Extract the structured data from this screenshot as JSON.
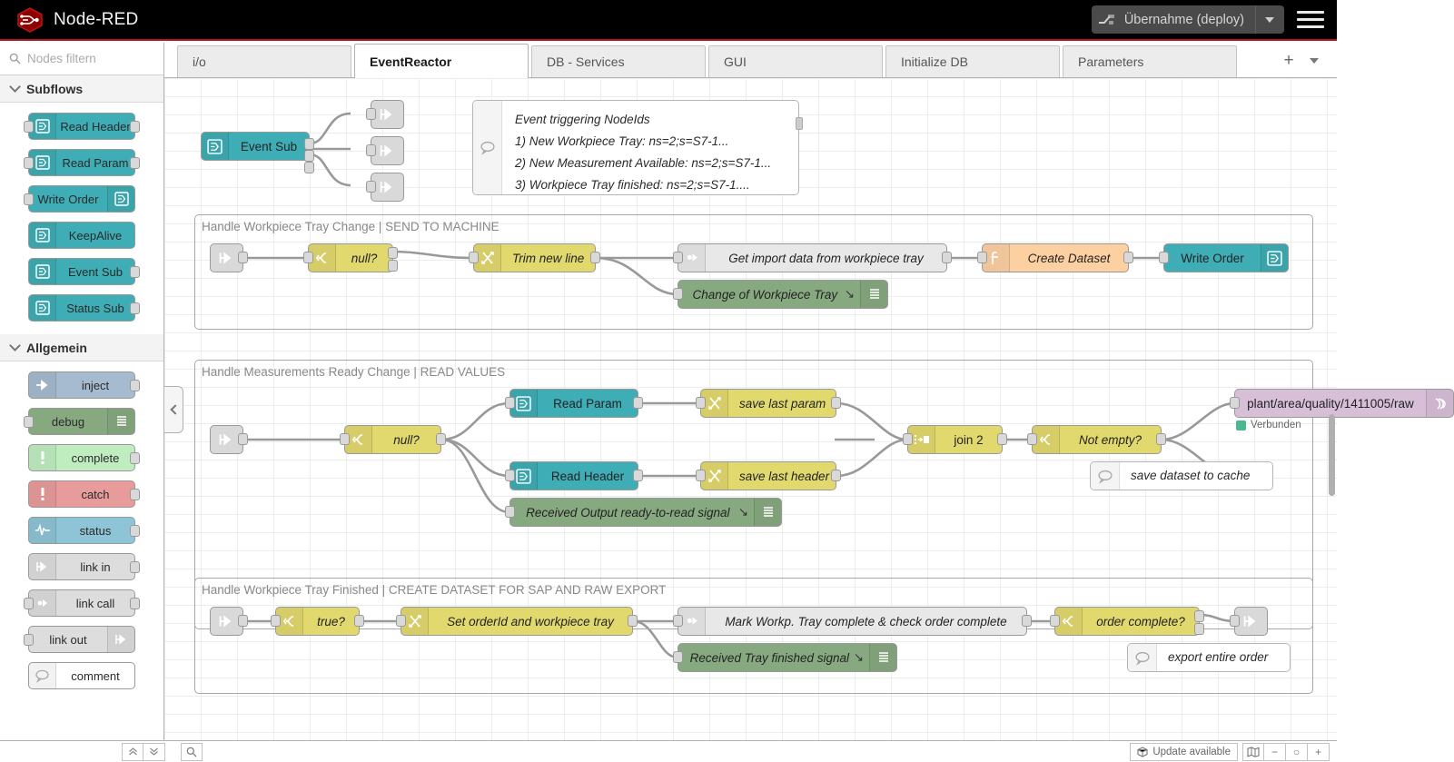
{
  "header": {
    "title": "Node-RED",
    "logo_icon": "node-red-logo-icon",
    "deploy_label": "Übernahme (deploy)",
    "deploy_icon": "deploy-icon",
    "deploy_caret_icon": "chevron-down-icon",
    "menu_icon": "hamburger-menu-icon"
  },
  "palette": {
    "search_placeholder": "Nodes filtern",
    "search_icon": "search-icon",
    "categories": [
      {
        "name": "Subflows",
        "label": "Subflows",
        "chevron_icon": "chevron-down-icon",
        "nodes": [
          {
            "label": "Read Header",
            "icon": "subflow-icon",
            "color": "#3fadb5",
            "icon_side": "left",
            "in": true,
            "out": true
          },
          {
            "label": "Read Param",
            "icon": "subflow-icon",
            "color": "#3fadb5",
            "icon_side": "left",
            "in": true,
            "out": true
          },
          {
            "label": "Write Order",
            "icon": "subflow-icon",
            "color": "#3fadb5",
            "icon_side": "right",
            "in": true,
            "out": false
          },
          {
            "label": "KeepAlive",
            "icon": "subflow-icon",
            "color": "#3fadb5",
            "icon_side": "left",
            "in": false,
            "out": false
          },
          {
            "label": "Event Sub",
            "icon": "subflow-icon",
            "color": "#3fadb5",
            "icon_side": "left",
            "in": false,
            "out": true
          },
          {
            "label": "Status Sub",
            "icon": "subflow-icon",
            "color": "#3fadb5",
            "icon_side": "left",
            "in": false,
            "out": true
          }
        ]
      },
      {
        "name": "Allgemein",
        "label": "Allgemein",
        "chevron_icon": "chevron-down-icon",
        "nodes": [
          {
            "label": "inject",
            "icon": "inject-arrow-icon",
            "color": "#a6bbcf",
            "icon_side": "left",
            "in": false,
            "out": true
          },
          {
            "label": "debug",
            "icon": "debug-lines-icon",
            "color": "#87a980",
            "icon_side": "right",
            "in": true,
            "out": false
          },
          {
            "label": "complete",
            "icon": "exclamation-icon",
            "color": "#c0edc0",
            "icon_side": "left",
            "in": false,
            "out": true
          },
          {
            "label": "catch",
            "icon": "exclamation-icon",
            "color": "#e79b9b",
            "icon_side": "left",
            "in": false,
            "out": true
          },
          {
            "label": "status",
            "icon": "pulse-wave-icon",
            "color": "#8ec5d6",
            "icon_side": "left",
            "in": false,
            "out": true
          },
          {
            "label": "link in",
            "icon": "link-icon",
            "color": "#dddddd",
            "icon_side": "left",
            "in": false,
            "out": true
          },
          {
            "label": "link call",
            "icon": "link-call-icon",
            "color": "#dddddd",
            "icon_side": "left",
            "in": true,
            "out": true
          },
          {
            "label": "link out",
            "icon": "link-icon",
            "color": "#dddddd",
            "icon_side": "right",
            "in": true,
            "out": false
          },
          {
            "label": "comment",
            "icon": "comment-bubble-icon",
            "color": "#ffffff",
            "icon_side": "left",
            "in": false,
            "out": false
          }
        ]
      }
    ]
  },
  "tabs": {
    "items": [
      {
        "label": "i/o",
        "active": false
      },
      {
        "label": "EventReactor",
        "active": true
      },
      {
        "label": "DB - Services",
        "active": false
      },
      {
        "label": "GUI",
        "active": false
      },
      {
        "label": "Initialize DB",
        "active": false
      },
      {
        "label": "Parameters",
        "active": false
      }
    ],
    "add_label": "+",
    "add_icon": "plus-icon",
    "menu_icon": "chevron-down-icon"
  },
  "canvas": {
    "collapse_icon": "chevron-left-icon",
    "top_comment": {
      "icon": "comment-bubble-icon",
      "lines": [
        "Event triggering NodeIds",
        "1) New Workpiece Tray: ns=2;s=S7-1...",
        "2) New Measurement Available: ns=2;s=S7-1...",
        "3) Workpiece Tray finished: ns=2;s=S7-1...."
      ]
    },
    "event_sub": {
      "label": "Event Sub",
      "icon": "subflow-icon",
      "color": "#3fadb5"
    },
    "link_out_top": [
      {
        "label": "",
        "icon": "link-out-icon"
      },
      {
        "label": "",
        "icon": "link-out-icon"
      },
      {
        "label": "",
        "icon": "link-out-icon"
      }
    ],
    "groups": [
      {
        "title": "Handle Workpiece Tray Change | SEND TO MACHINE",
        "nodes": [
          {
            "label": "",
            "icon": "link-in-icon",
            "color": "#d9d9d9",
            "type": "link"
          },
          {
            "label": "null?",
            "icon": "switch-icon",
            "color": "#e2d96e",
            "type": "switch"
          },
          {
            "label": "Trim new line",
            "icon": "change-icon",
            "color": "#e2d96e",
            "type": "change"
          },
          {
            "label": "Get import data from workpiece tray",
            "icon": "link-call-icon",
            "color": "#e8e8e8",
            "type": "linkcall"
          },
          {
            "label": "Change of Workpiece Tray",
            "icon": "debug-lines-icon",
            "color": "#87a980",
            "type": "debug"
          },
          {
            "label": "Create Dataset",
            "icon": "function-icon",
            "color": "#fdd0a2",
            "type": "function"
          },
          {
            "label": "Write Order",
            "icon": "subflow-icon",
            "color": "#3fadb5",
            "type": "subflow"
          }
        ]
      },
      {
        "title": "Handle Measurements Ready Change | READ VALUES",
        "nodes": [
          {
            "label": "",
            "icon": "link-in-icon",
            "color": "#d9d9d9",
            "type": "link"
          },
          {
            "label": "null?",
            "icon": "switch-icon",
            "color": "#e2d96e",
            "type": "switch"
          },
          {
            "label": "Read Param",
            "icon": "subflow-icon",
            "color": "#3fadb5",
            "type": "subflow"
          },
          {
            "label": "Read Header",
            "icon": "subflow-icon",
            "color": "#3fadb5",
            "type": "subflow"
          },
          {
            "label": "save last param",
            "icon": "change-icon",
            "color": "#e2d96e",
            "type": "change"
          },
          {
            "label": "save last header",
            "icon": "change-icon",
            "color": "#e2d96e",
            "type": "change"
          },
          {
            "label": "join 2",
            "icon": "join-icon",
            "color": "#e2d96e",
            "type": "join"
          },
          {
            "label": "Not empty?",
            "icon": "switch-icon",
            "color": "#e2d96e",
            "type": "switch"
          },
          {
            "label": "Received Output ready-to-read signal",
            "icon": "debug-lines-icon",
            "color": "#87a980",
            "type": "debug"
          },
          {
            "label": "plant/area/quality/1411005/raw",
            "icon": "mqtt-icon",
            "color": "#d8bfd8",
            "type": "mqtt"
          },
          {
            "label": "",
            "icon": "link-out-icon",
            "color": "#d9d9d9",
            "type": "link"
          }
        ],
        "mqtt_status": "Verbunden",
        "mqtt_status_color": "#4cb88f",
        "comment": {
          "text": "save dataset to cache",
          "icon": "comment-bubble-icon"
        }
      },
      {
        "title": "Handle Workpiece Tray Finished | CREATE DATASET FOR SAP AND RAW EXPORT",
        "nodes": [
          {
            "label": "",
            "icon": "link-in-icon",
            "color": "#d9d9d9",
            "type": "link"
          },
          {
            "label": "true?",
            "icon": "switch-icon",
            "color": "#e2d96e",
            "type": "switch"
          },
          {
            "label": "Set orderId and workpiece tray",
            "icon": "change-icon",
            "color": "#e2d96e",
            "type": "change"
          },
          {
            "label": "Mark Workp. Tray complete & check order complete",
            "icon": "link-call-icon",
            "color": "#e8e8e8",
            "type": "linkcall"
          },
          {
            "label": "Received Tray finished signal",
            "icon": "debug-lines-icon",
            "color": "#87a980",
            "type": "debug"
          },
          {
            "label": "order complete?",
            "icon": "switch-icon",
            "color": "#e2d96e",
            "type": "switch"
          },
          {
            "label": "",
            "icon": "link-out-icon",
            "color": "#d9d9d9",
            "type": "link"
          }
        ],
        "comment": {
          "text": "export entire order",
          "icon": "comment-bubble-icon"
        }
      }
    ]
  },
  "footer": {
    "collapse_up_icon": "chevrons-up-icon",
    "collapse_down_icon": "chevrons-down-icon",
    "search_icon": "search-icon",
    "update_label": "Update available",
    "update_icon": "cube-icon",
    "map_icon": "navigator-map-icon",
    "zoom_out_label": "−",
    "zoom_reset_label": "○",
    "zoom_in_label": "+"
  }
}
